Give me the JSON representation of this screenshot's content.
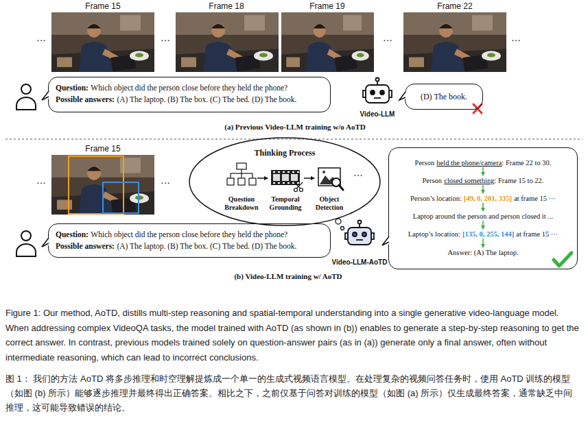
{
  "diagram": {
    "caption": "Figure 1: Our method, AoTD, distills multi-step reasoning and spatial-temporal understanding into a single generative video-language model. When addressing complex VideoQA tasks, the model trained with AoTD (as shown in (b)) enables to generate a step-by-step reasoning to get the correct answer. In contrast, previous models trained solely on question-answer pairs (as in (a)) generate only a final answer, often without intermediate reasoning, which can lead to incorrect conclusions.",
    "nodes": [
      {
        "text": [
          "Question:",
          "Which object did the person close before they held the phone?",
          "Possible answers:",
          "(A) The laptop. (B) The box. (C) The bed. (D) The book."
        ]
      },
      {
        "text": [
          "(D) The book."
        ]
      },
      {
        "text": [
          "Thinking Process"
        ]
      },
      {
        "text": [
          "Question:",
          "Which object did the person close before they held the phone?",
          "Possible answers:",
          "(A) The laptop. (B) The box. (C) The bed. (D) The book."
        ]
      },
      {
        "text": [
          "Person",
          "held the phone/camera",
          ": Frame 22 to 30.",
          "Person",
          "closed something",
          ": Frame 15 to 22.",
          "Person’s location:",
          "[49, 0, 201, 335]",
          "at frame 15 ···",
          "Laptop around the person and person closed it ...",
          "Laptop’s location:",
          "[135, 0, 255, 144]",
          "at frame 15 ···",
          "Answer: (A) The laptop."
        ]
      }
    ],
    "labels": [
      "Frame 15",
      "Frame 18",
      "Frame 19",
      "Frame 22",
      "···",
      "···",
      "···",
      "···",
      "Video-LLM",
      "(a) Previous Video-LLM training w/o AoTD",
      "Frame 15",
      "···",
      "···",
      "Question Breakdown",
      "Temporal Grounding",
      "Object Detection",
      "···",
      "Video-LLM-AoTD",
      "(b) Video-LLM training w/ AoTD",
      "图 1： 我们的方法 AoTD 将多步推理和时空理解提炼成一个单一的生成式视频语言模型。在处理复杂的视频问答任务时，使用 AoTD 训练的模型（如图 (b) 所示）能够逐步推理并最终得出正确答案。相比之下，之前仅基于问答对训练的模型（如图 (a) 所示）仅生成最终答案，通常缺乏中间推理，这可能导致错误的结论。"
    ]
  }
}
